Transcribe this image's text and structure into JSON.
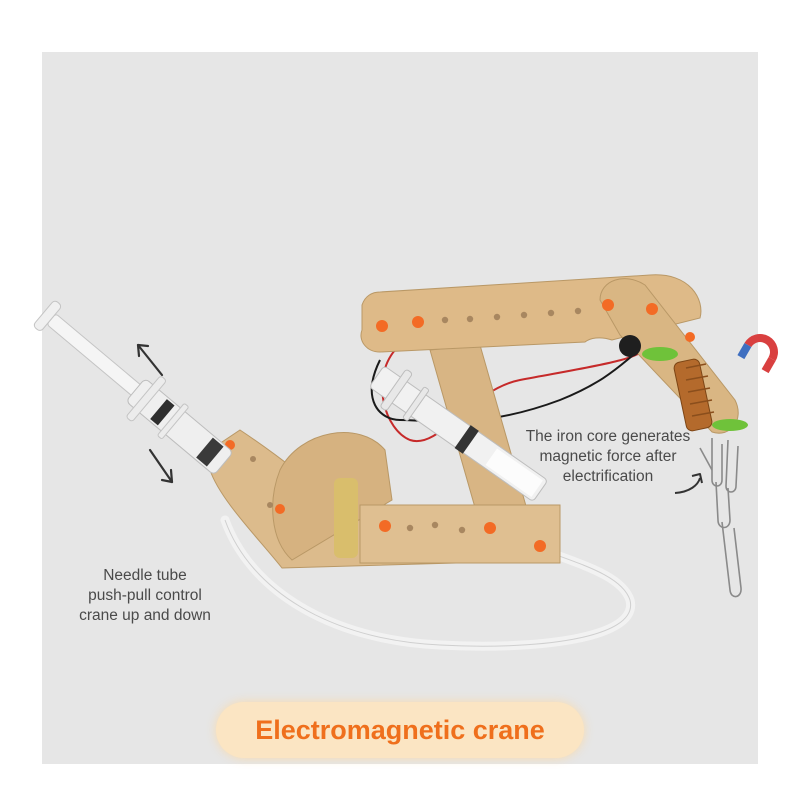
{
  "title": "Electromagnetic crane",
  "annotations": {
    "needle": [
      "Needle tube",
      "push-pull control",
      "crane up and down"
    ],
    "iron_core": [
      "The iron core generates",
      "magnetic force after",
      "electrification"
    ]
  },
  "colors": {
    "background_panel": "#e6e6e6",
    "wood": "#dcbb8c",
    "peg_orange": "#f36b25",
    "title_text": "#ef6f1c",
    "title_pill": "#fbe5c3",
    "magnet_red": "#d94040",
    "magnet_blue": "#3f6fc0"
  }
}
